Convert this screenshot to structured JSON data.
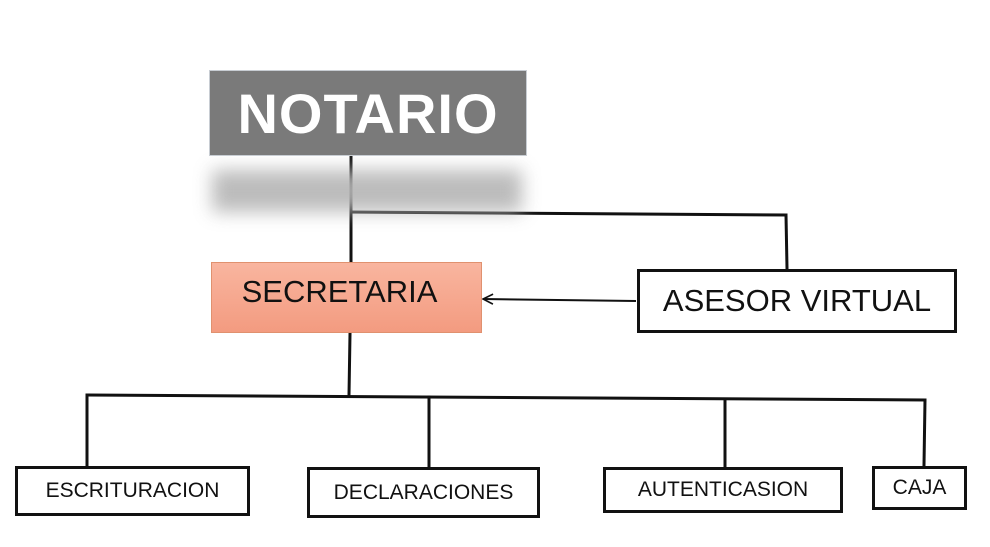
{
  "diagram": {
    "root": {
      "label": "NOTARIO"
    },
    "secretary": {
      "label": "SECRETARIA"
    },
    "advisor": {
      "label": "ASESOR VIRTUAL"
    },
    "departments": [
      {
        "label": "ESCRITURACION"
      },
      {
        "label": "DECLARACIONES"
      },
      {
        "label": "AUTENTICASION"
      },
      {
        "label": "CAJA"
      }
    ],
    "colors": {
      "root_fill": "#7a7a7a",
      "root_text": "#ffffff",
      "secretary_fill": "#f6a88e",
      "line": "#111111"
    }
  }
}
